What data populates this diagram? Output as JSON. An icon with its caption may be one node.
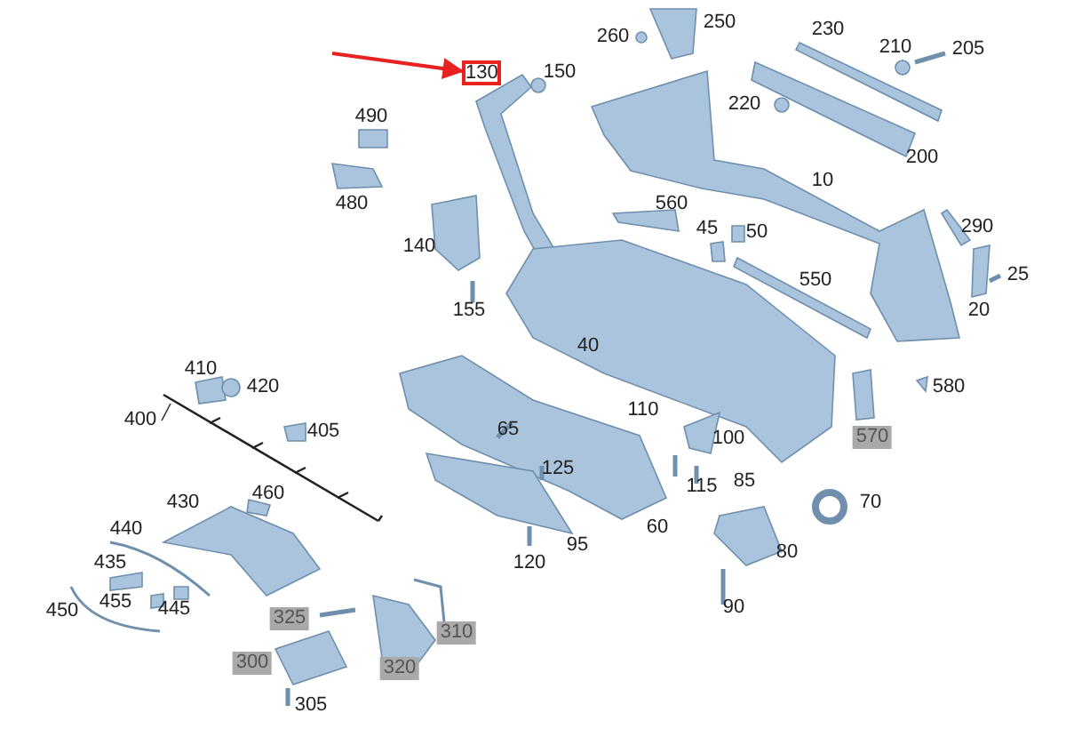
{
  "diagram": {
    "nodes": [
      {
        "text": [
          "130"
        ]
      },
      {
        "text": [
          "400"
        ]
      },
      {
        "text": [],
        "shape": "picture"
      }
    ],
    "edges": [
      {
        "from": null,
        "to": 0,
        "arrow": "to",
        "color": "#e8231f"
      },
      {
        "from": 1,
        "to": 2,
        "arrow": "none",
        "color": "#333333"
      }
    ],
    "labels": [
      "250",
      "230",
      "260",
      "210",
      "205",
      "150",
      "220",
      "490",
      "200",
      "10",
      "480",
      "560",
      "45",
      "50",
      "290",
      "140",
      "25",
      "550",
      "155",
      "20",
      "40",
      "410",
      "420",
      "580",
      "110",
      "405",
      "65",
      "100",
      "570",
      "125",
      "85",
      "115",
      "460",
      "430",
      "70",
      "60",
      "440",
      "95",
      "120",
      "80",
      "435",
      "455",
      "445",
      "450",
      "325",
      "90",
      "310",
      "300",
      "320",
      "305"
    ]
  }
}
